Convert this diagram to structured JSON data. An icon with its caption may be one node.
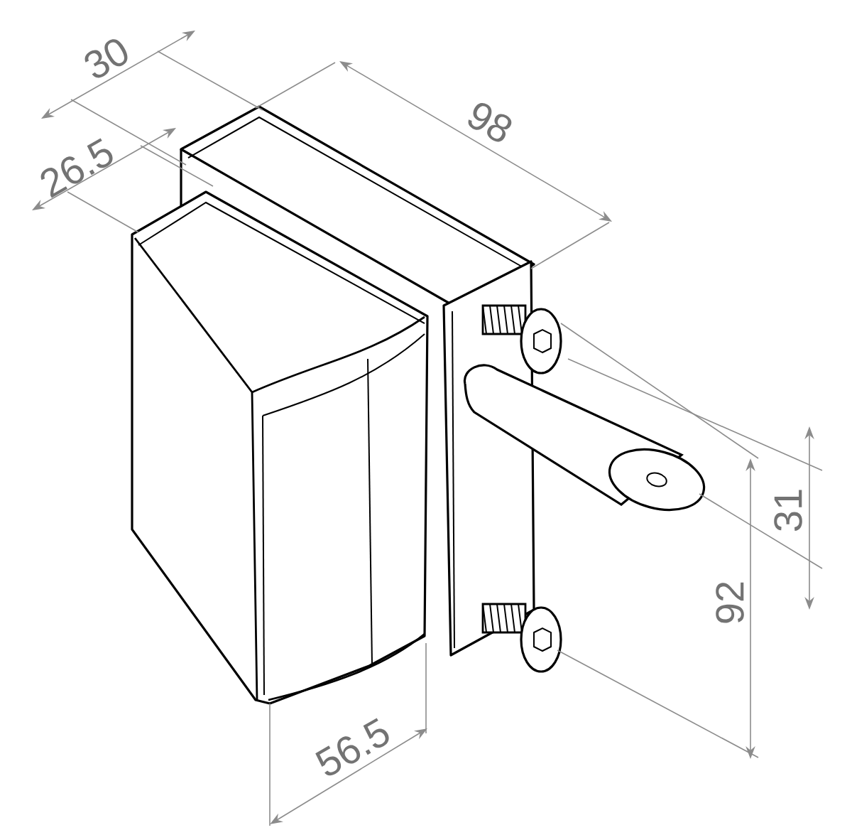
{
  "diagram": {
    "labels": [
      "30",
      "98",
      "26.5",
      "31",
      "92",
      "56.5"
    ]
  }
}
